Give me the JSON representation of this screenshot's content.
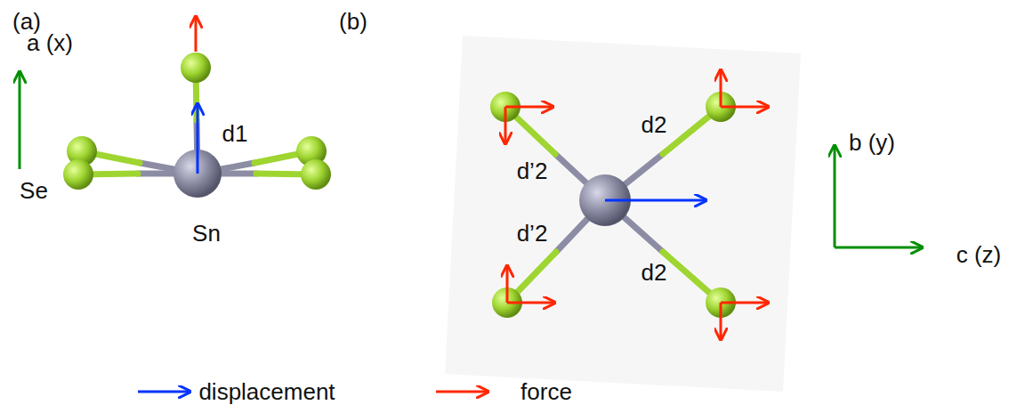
{
  "diagram": {
    "labels": [
      "(a)",
      "(b)",
      "a (x)",
      "d1",
      "Se",
      "Sn",
      "d’2",
      "d’2",
      "d2",
      "d2",
      "b (y)",
      "c (z)"
    ],
    "legend": [
      {
        "text": "displacement"
      },
      {
        "text": "force"
      }
    ]
  }
}
